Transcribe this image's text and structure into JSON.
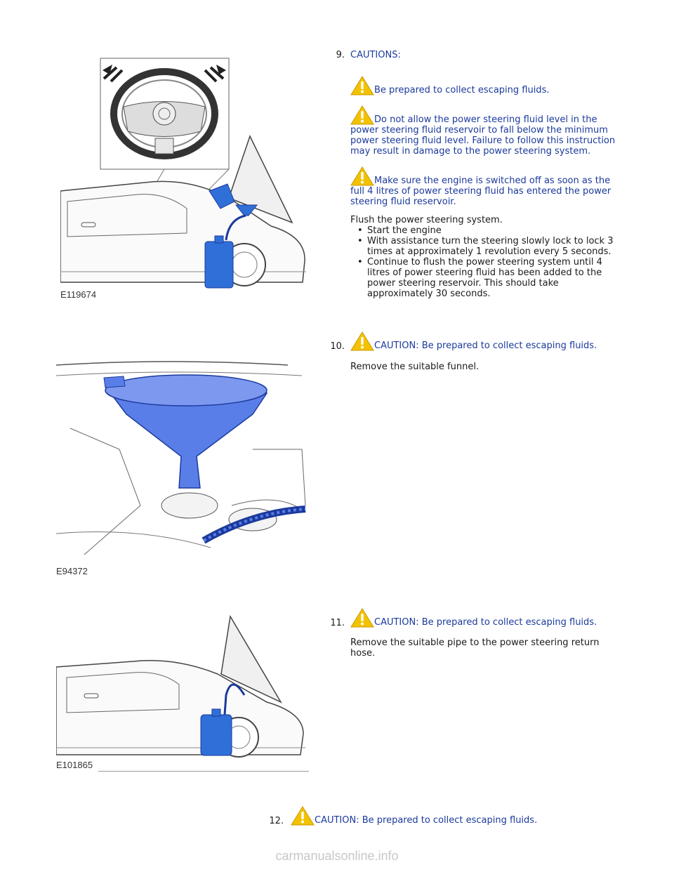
{
  "steps": [
    {
      "number": "9.",
      "heading": "CAUTIONS:",
      "cautions": [
        "Be prepared to collect escaping fluids.",
        "Do not allow the power steering fluid level in the power steering fluid reservoir to fall below the minimum power steering fluid level. Failure to follow this instruction may result in damage to the power steering system.",
        "Make sure the engine is switched off as soon as the full 4 litres of power steering fluid has entered the power steering fluid reservoir."
      ],
      "instruction": "Flush the power steering system.",
      "bullets": [
        "Start the engine",
        "With assistance turn the steering slowly lock to lock 3 times at approximately 1 revolution every 5 seconds.",
        "Continue to flush the power steering system until 4 litres of power steering fluid has been added to the power steering reservoir. This should take approximately 30 seconds."
      ],
      "figure_id": "E119674"
    },
    {
      "number": "10.",
      "caution": "CAUTION: Be prepared to collect escaping fluids.",
      "instruction": "Remove the suitable funnel.",
      "figure_id": "E94372"
    },
    {
      "number": "11.",
      "caution": "CAUTION: Be prepared to collect escaping fluids.",
      "instruction": "Remove the suitable pipe to the power steering return hose.",
      "figure_id": "E101865"
    },
    {
      "number": "12.",
      "caution": "CAUTION: Be prepared to collect escaping fluids."
    }
  ],
  "footer": "carmanualsonline.info",
  "colors": {
    "text_blue": "#1b3a9c",
    "highlight_blue": "#2f6fd8",
    "warning_yellow": "#f2c200"
  }
}
